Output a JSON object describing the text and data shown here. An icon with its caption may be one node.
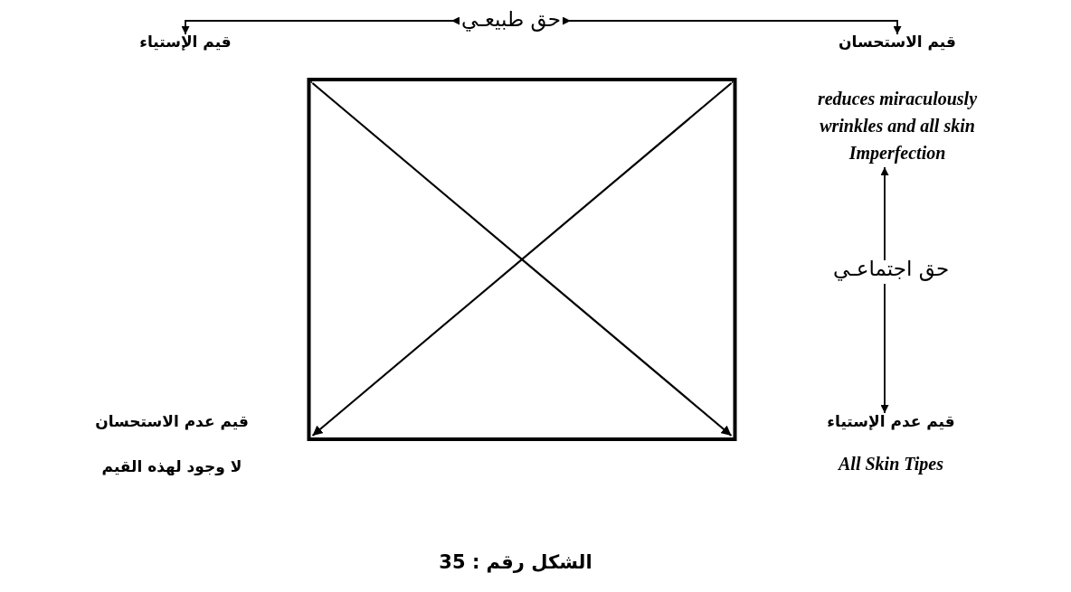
{
  "diagram": {
    "caption": "الشكل رقم : 35",
    "nodes": [
      {
        "text": [
          "قيم الاستحسان",
          "reduces miraculously wrinkles and all skin Imperfection"
        ]
      },
      {
        "text": [
          "قيم الإستياء"
        ]
      },
      {
        "text": [
          "قيم عدم الاستحسان",
          "لا وجود لهذه القيم"
        ]
      },
      {
        "text": [
          "قيم عدم الإستياء",
          "All Skin Tipes"
        ]
      },
      {
        "text": [
          "حق طبيعـي"
        ]
      },
      {
        "text": [
          "حق اجتماعـي"
        ]
      },
      {
        "text": [],
        "shape": "box"
      }
    ],
    "edges": [
      {
        "from": 4,
        "to": 1,
        "arrow": "to"
      },
      {
        "from": 4,
        "to": 0,
        "arrow": "to"
      },
      {
        "from": 5,
        "to": 0,
        "arrow": "to"
      },
      {
        "from": 5,
        "to": 3,
        "arrow": "to"
      }
    ]
  }
}
